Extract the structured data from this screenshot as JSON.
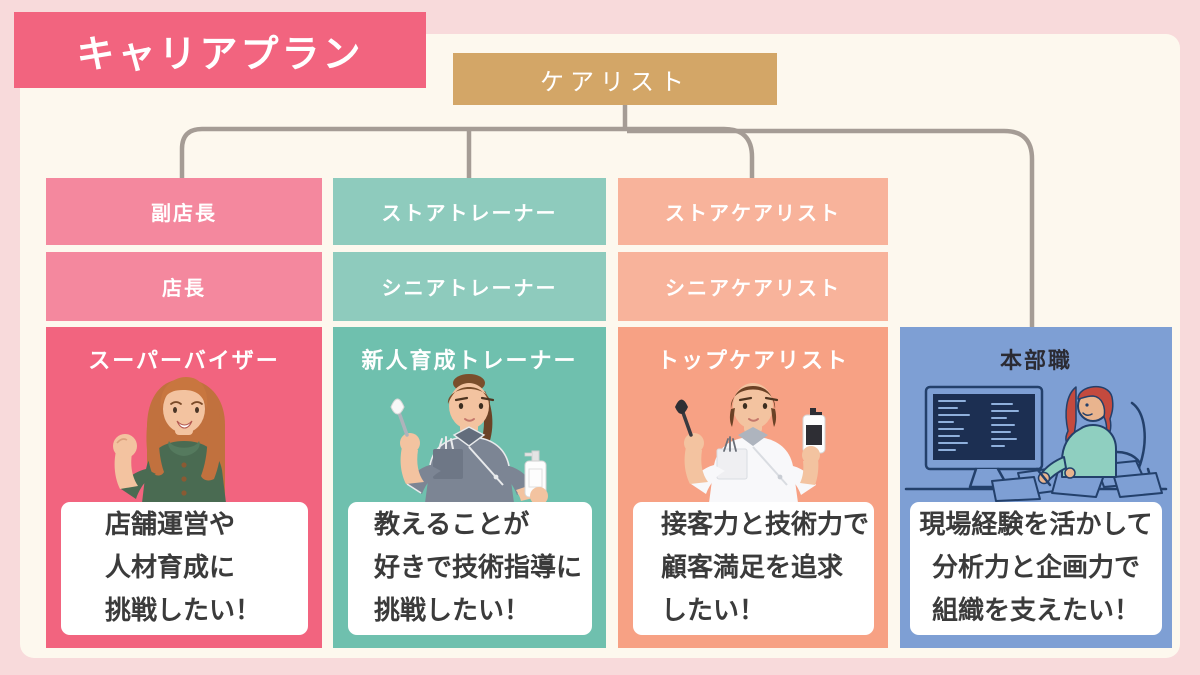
{
  "title": "キャリアプラン",
  "root": "ケアリスト",
  "palette": {
    "page_bg": "#F8DADB",
    "panel_bg": "#FDF8EE",
    "title_bg": "#F2647F",
    "root_bg": "#D3A667",
    "connector": "#A59C95",
    "card_bg": "#FFFFFF",
    "card_text": "#3B3B3B"
  },
  "columns": [
    {
      "final_title": "スーパーバイザー",
      "steps": [
        "副店長",
        "店長"
      ],
      "message_lines": [
        "店舗運営や",
        "人材育成に",
        "挑戦したい！"
      ],
      "illustration": "cheering-woman-illustration",
      "colors": {
        "step": "#F4889E",
        "column": "#F2647F",
        "title_text": "#FFFFFF"
      }
    },
    {
      "final_title": "新人育成トレーナー",
      "steps": [
        "ストアトレーナー",
        "シニアトレーナー"
      ],
      "message_lines": [
        "教えることが",
        "好きで技術指導に",
        "挑戦したい！"
      ],
      "illustration": "gray-uniform-esthetician-illustration",
      "colors": {
        "step": "#8ECBBD",
        "column": "#6FC0AE",
        "title_text": "#FFFFFF"
      }
    },
    {
      "final_title": "トップケアリスト",
      "steps": [
        "ストアケアリスト",
        "シニアケアリスト"
      ],
      "message_lines": [
        "接客力と技術力で",
        "顧客満足を追求",
        "したい！"
      ],
      "illustration": "white-uniform-esthetician-illustration",
      "colors": {
        "step": "#F8B39B",
        "column": "#F7A184",
        "title_text": "#FFFFFF"
      }
    },
    {
      "final_title": "本部職",
      "steps": [],
      "message_lines": [
        "現場経験を活かして",
        "分析力と企画力で",
        "組織を支えたい！"
      ],
      "illustration": "office-analyst-illustration",
      "colors": {
        "step": "",
        "column": "#7E9FD4",
        "title_text": "#2B2B33"
      }
    }
  ]
}
